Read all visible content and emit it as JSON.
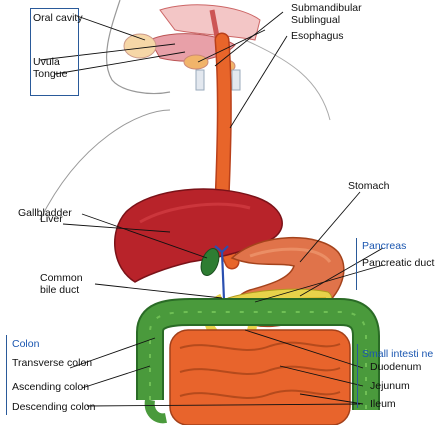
{
  "labels": {
    "oral_cavity": "Oral cavity",
    "uvula": "Uvula",
    "tongue": "Tongue",
    "submandibular": "Submandibular",
    "sublingual": "Sublingual",
    "esophagus": "Esophagus",
    "liver": "Liver",
    "gallbladder": "Gallbladder",
    "stomach": "Stomach",
    "pancreas": "Pancreas",
    "pancreatic_duct": "Pancreatic duct",
    "common_bile_duct_1": "Common",
    "common_bile_duct_2": "bile duct",
    "colon": "Colon",
    "transverse_colon": "Transverse colon",
    "ascending_colon": "Ascending colon",
    "descending_colon": "Descending colon",
    "small_intestine": "Small intesti ne",
    "duodenum": "Duodenum",
    "jejunum": "Jejunum",
    "ileum": "Ileum"
  },
  "colors": {
    "esophagus": "#e8652a",
    "liver": "#b8232a",
    "stomach": "#e0734a",
    "gallbladder": "#2e7d32",
    "pancreas": "#e8d24a",
    "colon": "#3f8f3a",
    "small_intestine": "#e8642c",
    "tongue": "#e8a0a8",
    "label_blue": "#1a56b0"
  }
}
